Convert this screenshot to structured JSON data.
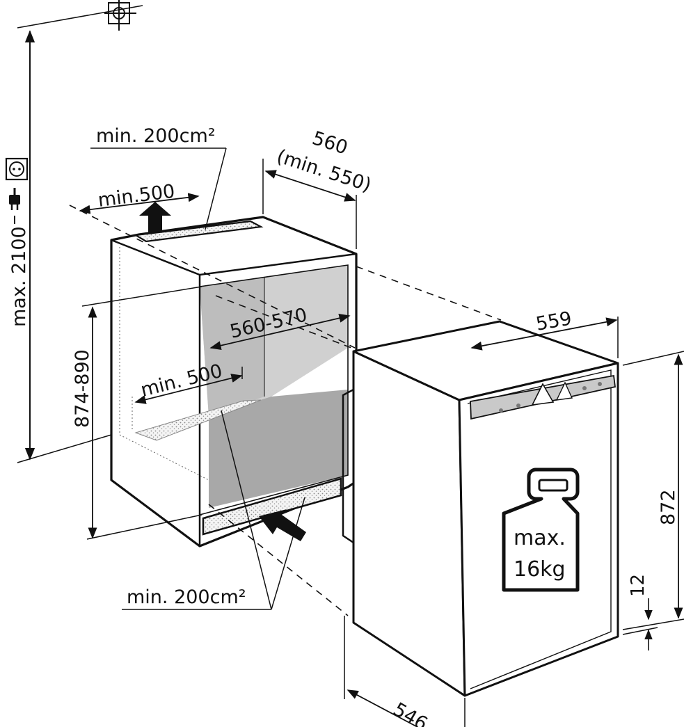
{
  "labels": {
    "max_height": "max. 2100",
    "niche_height": "874-890",
    "vent_top_area": "min. 200cm²",
    "vent_top_width": "min.500",
    "niche_width": "560",
    "niche_width_min": "(min. 550)",
    "niche_depth": "560-570",
    "vent_bottom_width": "min. 500",
    "vent_bottom_area": "min. 200cm²",
    "appliance_width": "559",
    "appliance_height": "872",
    "plinth_height": "12",
    "appliance_depth": "546",
    "weight_line1": "max.",
    "weight_line2": "16kg"
  },
  "icons": [
    "socket-icon",
    "plug-icon",
    "crosshair-symbol-icon",
    "weight-icon",
    "airflow-arrow-icon"
  ],
  "colors": {
    "ink": "#111111",
    "niche_interior": "#d2d2d2",
    "vent_stipple": "#9a9a9a",
    "control_panel": "#c8c8c8"
  }
}
